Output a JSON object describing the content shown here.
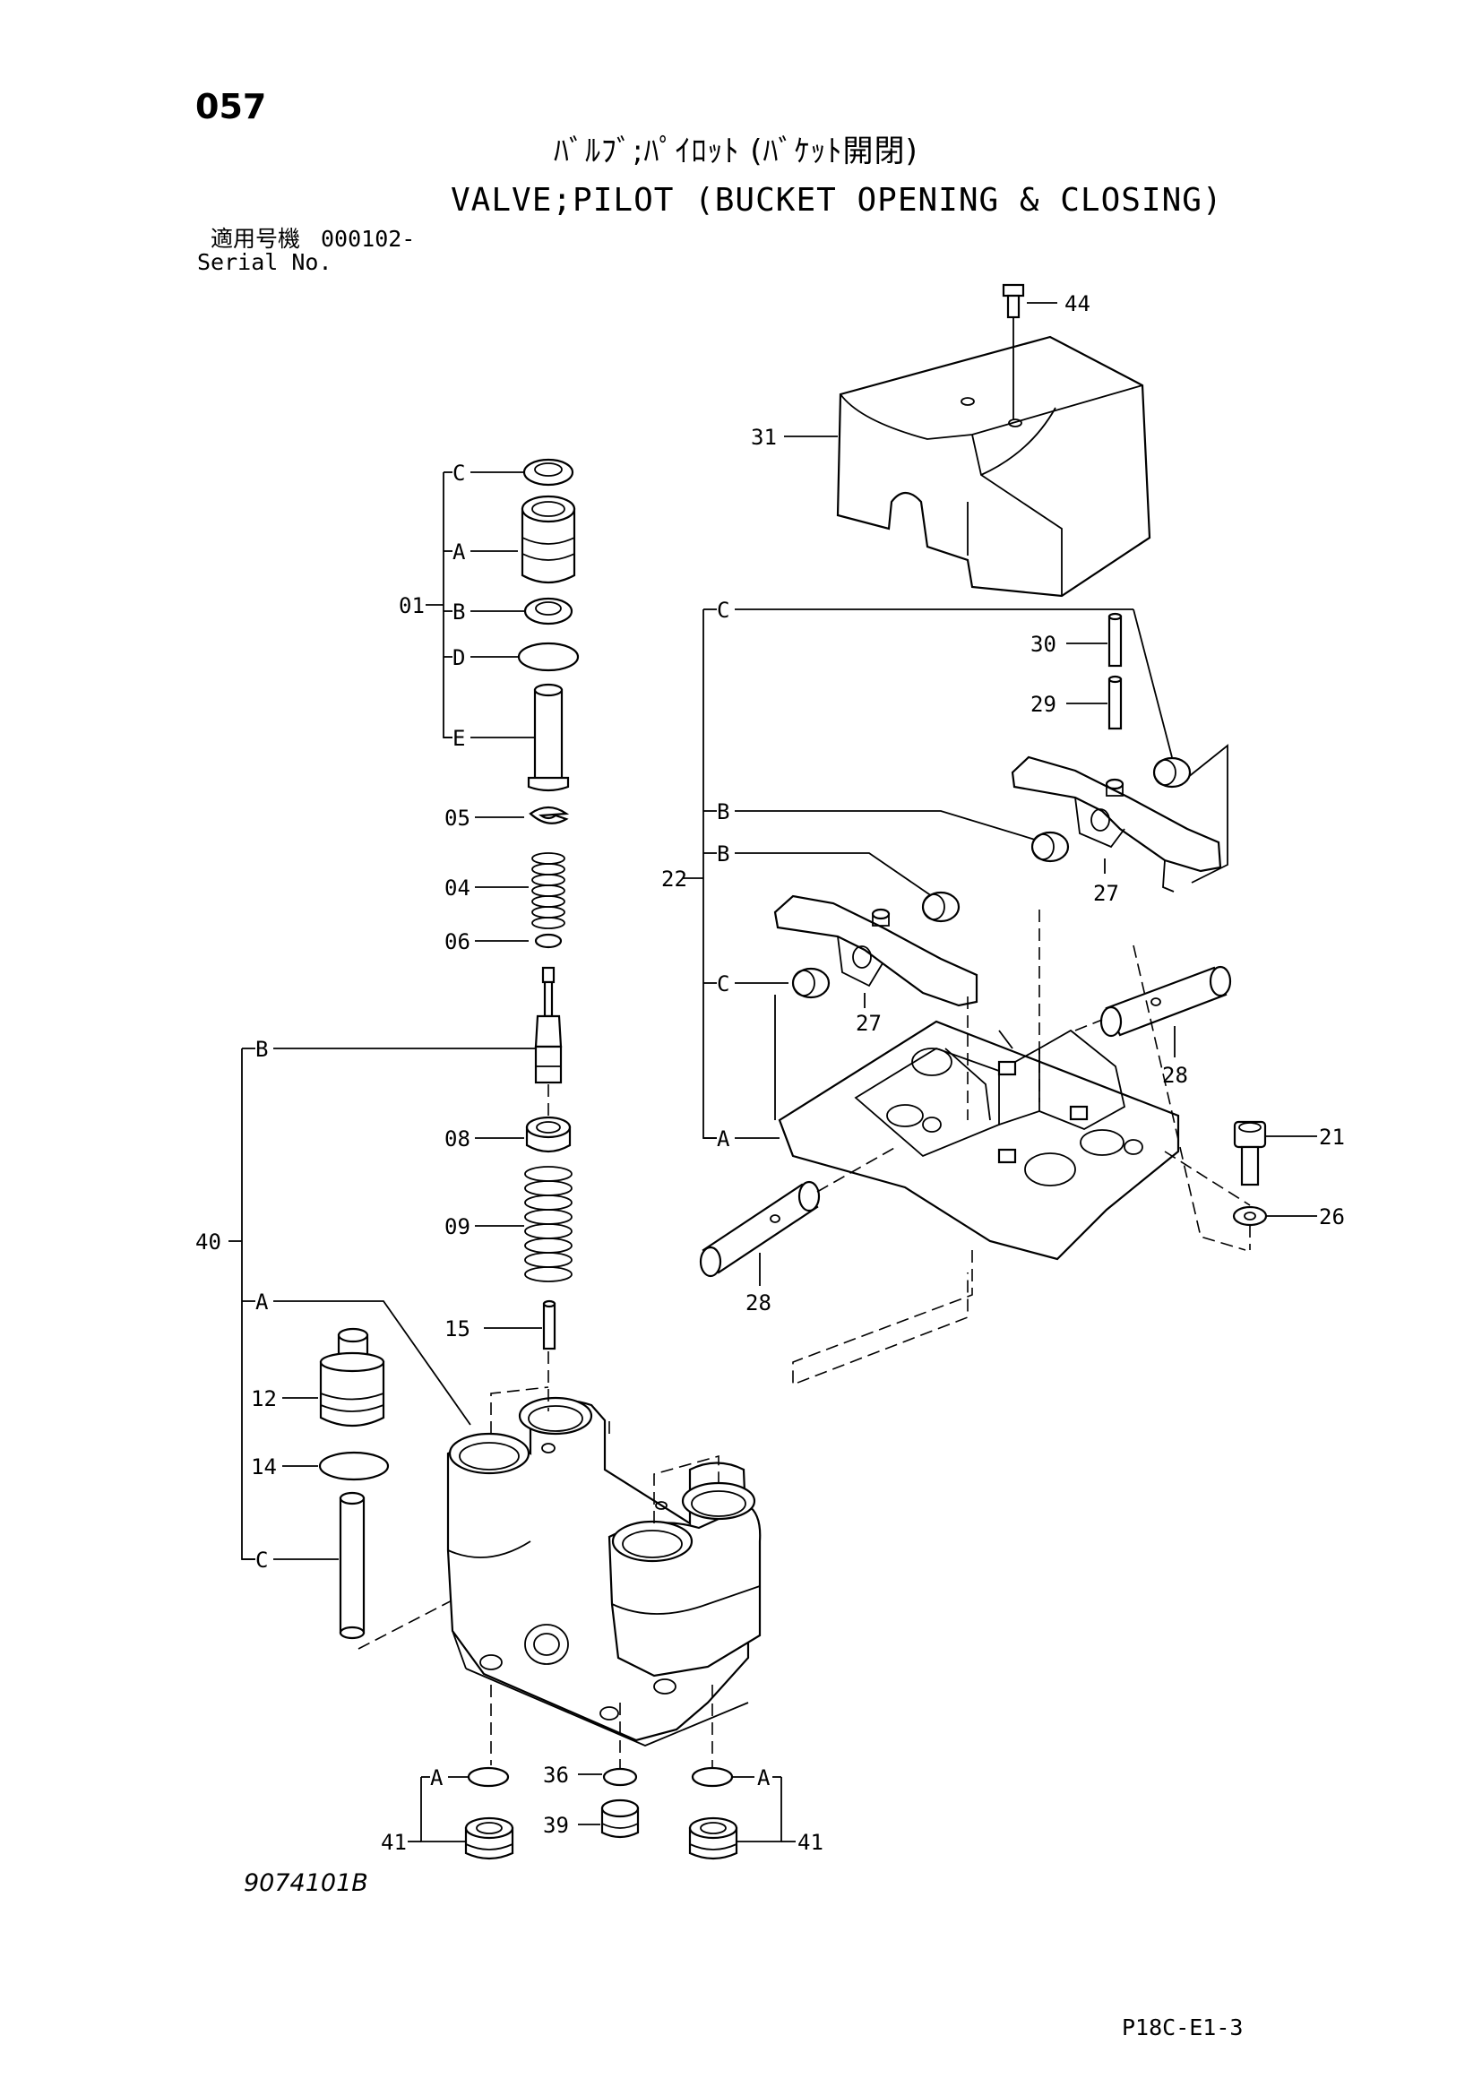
{
  "header": {
    "page_number": "057",
    "title_jp": "ﾊﾞﾙﾌﾞ;ﾊﾟｲﾛｯﾄ (ﾊﾞｹｯﾄ開閉)",
    "title_en": "VALVE;PILOT (BUCKET OPENING & CLOSING)",
    "serial_label_jp": "適用号機",
    "serial_value": "000102-",
    "serial_label_en": "Serial No."
  },
  "callouts": {
    "p44": "44",
    "p31": "31",
    "p30": "30",
    "p29": "29",
    "p27a": "27",
    "p27b": "27",
    "p22": "22",
    "p28a": "28",
    "p28b": "28",
    "p21": "21",
    "p26": "26",
    "p01": "01",
    "p05": "05",
    "p04": "04",
    "p06": "06",
    "p08": "08",
    "p09": "09",
    "p15": "15",
    "p40": "40",
    "p12": "12",
    "p14": "14",
    "p36": "36",
    "p39": "39",
    "p41a": "41",
    "p41b": "41"
  },
  "sub_labels": {
    "g01_C": "C",
    "g01_A": "A",
    "g01_B": "B",
    "g01_D": "D",
    "g01_E": "E",
    "g22_C1": "C",
    "g22_B1": "B",
    "g22_B2": "B",
    "g22_C2": "C",
    "g22_A": "A",
    "g40_B": "B",
    "g40_A": "A",
    "g40_C": "C",
    "g41_A1": "A",
    "g41_A2": "A"
  },
  "footer": {
    "figure_code": "9074101B",
    "page_ref": "P18C-E1-3"
  }
}
